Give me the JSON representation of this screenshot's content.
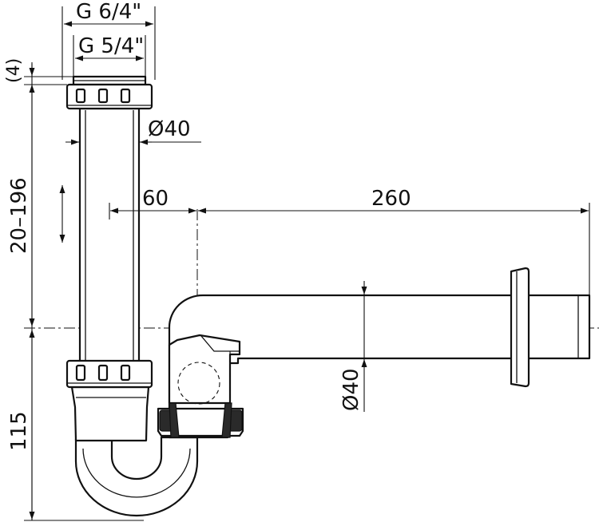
{
  "drawing": {
    "labels": {
      "g_outer": "G 6/4\"",
      "g_inner": "G 5/4\"",
      "gap": "(4)",
      "height_range": "20–196",
      "tube_diameter": "Ø40",
      "offset": "60",
      "length": "260",
      "outlet_diameter": "Ø40",
      "depth": "115"
    },
    "colors": {
      "line": "#111111",
      "background": "#ffffff",
      "fill_dark": "#2a2a2a"
    }
  }
}
